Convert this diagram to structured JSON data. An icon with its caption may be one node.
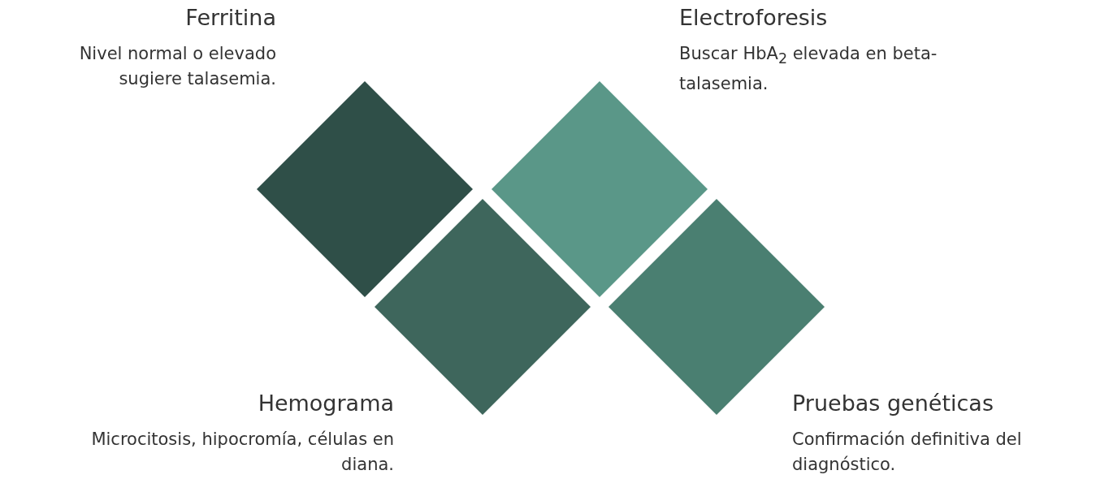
{
  "diagram": {
    "nodes": [
      {
        "text": [
          "Ferritina",
          "Nivel normal o elevado sugiere talasemia."
        ]
      },
      {
        "text": [
          "Electroforesis",
          "Buscar HbA$_{2}$ elevada en beta-talasemia."
        ]
      },
      {
        "text": [
          "Hemograma",
          "Microcitosis, hipocromía, células en diana."
        ]
      },
      {
        "text": [
          "Pruebas genéticas",
          "Confirmación definitiva del diagnóstico."
        ]
      }
    ],
    "edges": []
  }
}
